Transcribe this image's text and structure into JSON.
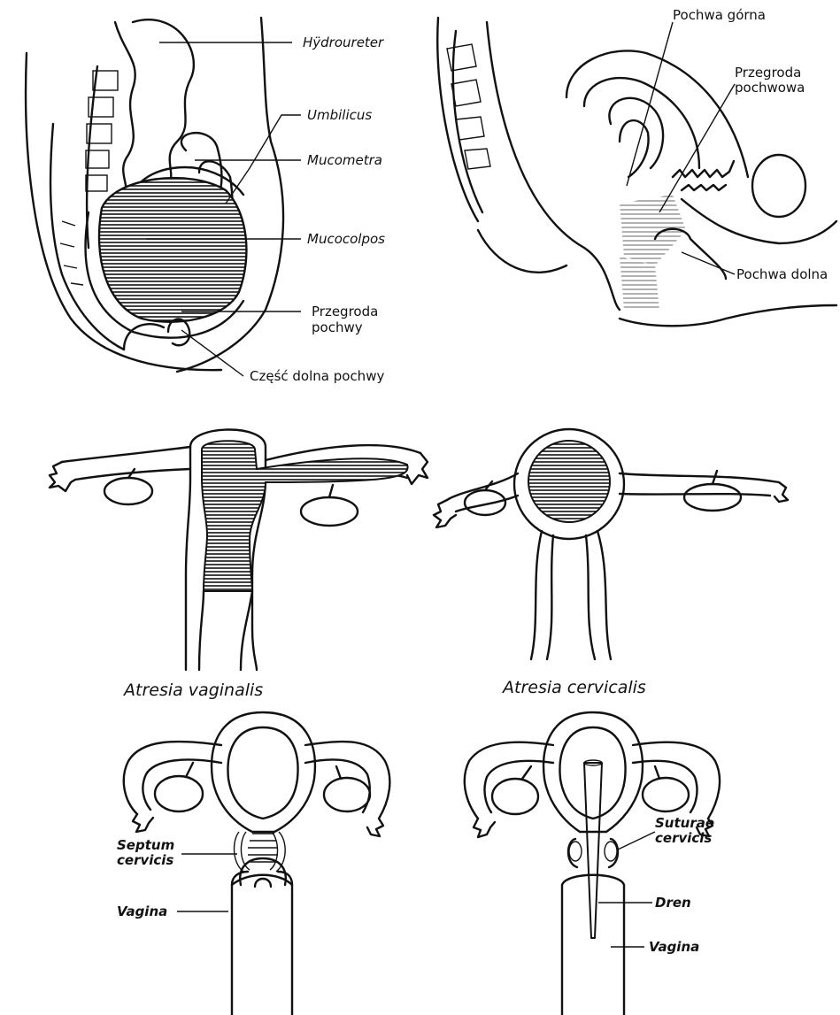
{
  "panel_a": {
    "hydroureter": "Hÿdroureter",
    "umbilicus": "Umbilicus",
    "mucometra": "Mucometra",
    "mucocolpos": "Mucocolpos",
    "septum_1": "Przegroda",
    "septum_2": "pochwy",
    "lower_vagina": "Część dolna pochwy"
  },
  "panel_b": {
    "upper_vagina": "Pochwa górna",
    "vaginal_septum_1": "Przegroda",
    "vaginal_septum_2": "pochwowa",
    "lower_vagina": "Pochwa dolna"
  },
  "panel_c": {
    "caption": "Atresia vaginalis"
  },
  "panel_d": {
    "caption": "Atresia cervicalis"
  },
  "panel_e": {
    "septum_1": "Septum",
    "septum_2": "cervicis",
    "vagina": "Vagina"
  },
  "panel_f": {
    "sutures_1": "Suturae",
    "sutures_2": "cervicis",
    "drain": "Dren",
    "vagina": "Vagina"
  },
  "colors": {
    "ink": "#111111",
    "background": "#ffffff"
  }
}
